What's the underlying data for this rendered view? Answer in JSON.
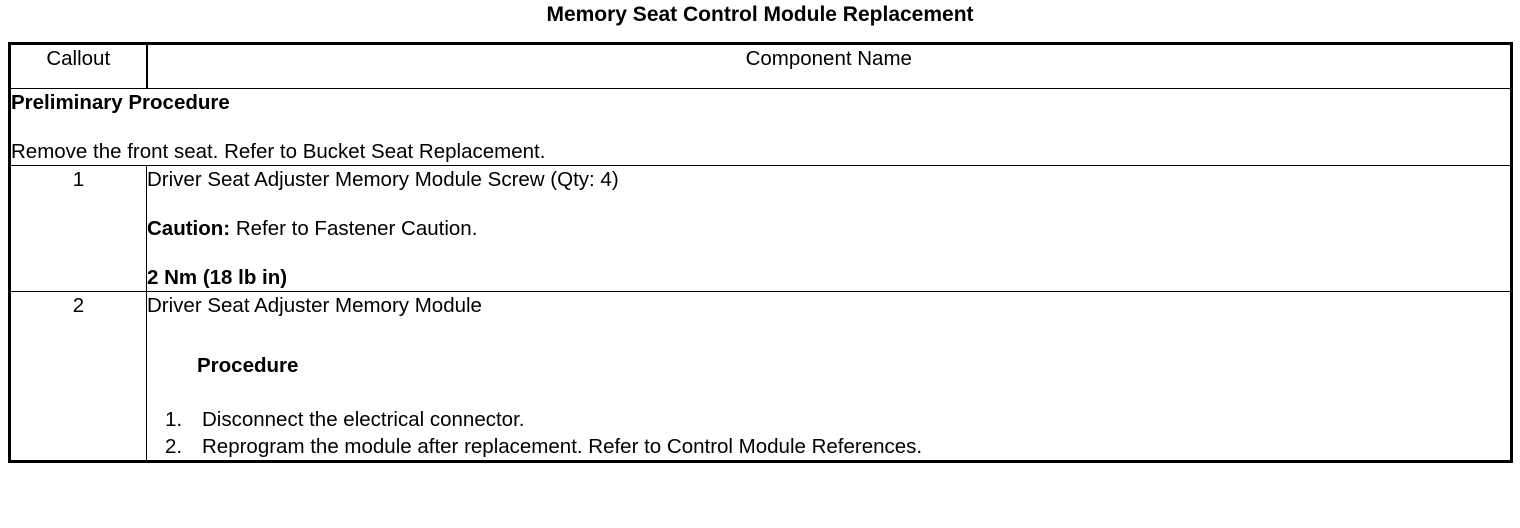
{
  "document": {
    "title": "Memory Seat Control Module Replacement"
  },
  "table": {
    "headers": {
      "callout": "Callout",
      "component_name": "Component Name"
    },
    "preliminary": {
      "heading": "Preliminary Procedure",
      "text": "Remove the front seat. Refer to Bucket Seat Replacement."
    },
    "rows": [
      {
        "callout": "1",
        "component_line_1": "Driver Seat Adjuster Memory Module Screw (Qty: 4)",
        "caution_label": "Caution:",
        "caution_text": " Refer to Fastener Caution.",
        "torque": "2 Nm (18 lb in)"
      },
      {
        "callout": "2",
        "component_line_1": "Driver Seat Adjuster Memory Module",
        "procedure_heading": "Procedure",
        "steps": [
          {
            "num": "1.",
            "text": "Disconnect the electrical connector."
          },
          {
            "num": "2.",
            "text": "Reprogram the module after replacement. Refer to Control Module References."
          }
        ]
      }
    ]
  },
  "colors": {
    "text": "#000000",
    "background": "#ffffff",
    "border": "#000000"
  }
}
